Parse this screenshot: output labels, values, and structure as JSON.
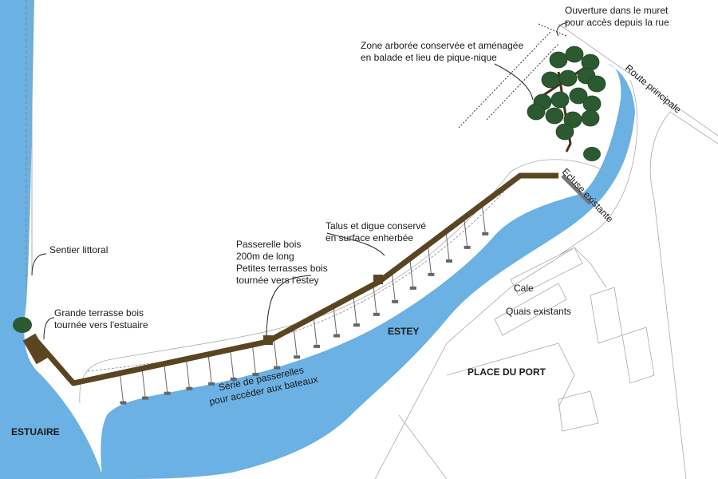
{
  "colors": {
    "water": "#6bb1e3",
    "walkway": "#5a4520",
    "foliage": "#2b5a30",
    "trunk": "#4a3218",
    "outline": "#9a9a9a",
    "pier": "#666666"
  },
  "icons": {
    "tree_cluster": "tree-cluster-icon",
    "bush": "bush-icon",
    "lock": "lock-gate-icon"
  },
  "labels": {
    "ouverture": [
      "Ouverture dans le muret",
      "pour accès depuis la rue"
    ],
    "zone_arboree": [
      "Zone arborée conservée et aménagée",
      "en balade et lieu de pique-nique"
    ],
    "route": "Route principale",
    "ecluse": "Ecluse existante",
    "talus": [
      "Talus et digue conservé",
      "en surface enherbée"
    ],
    "passerelle": [
      "Passerelle bois",
      "200m de long",
      "Petites terrasses bois",
      "tournée vers l'estey"
    ],
    "sentier": "Sentier littoral",
    "grande_terrasse": [
      "Grande terrasse bois",
      "tournée vers l'estuaire"
    ],
    "estey": "ESTEY",
    "cale": "Cale",
    "quais": "Quais existants",
    "place": "PLACE DU PORT",
    "serie": [
      "Série de passerelles",
      "pour accéder aux bateaux"
    ],
    "estuaire": "ESTUAIRE"
  }
}
